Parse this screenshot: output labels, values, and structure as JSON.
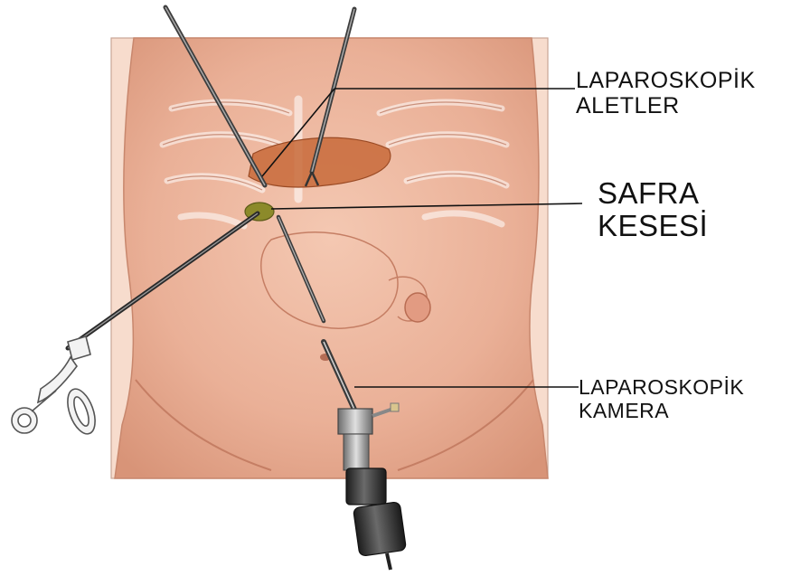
{
  "labels": {
    "instruments": {
      "line1": "LAPAROSKOPİK",
      "line2": "ALETLER"
    },
    "gallbladder": {
      "line1": "SAFRA",
      "line2": "KESESİ"
    },
    "camera": {
      "line1": "LAPAROSKOPİK",
      "line2": "KAMERA"
    }
  },
  "colors": {
    "background": "#ffffff",
    "skin": "#f0b9a0",
    "skin_shadow": "#d98e72",
    "gallbladder": "#8c8a2a",
    "liver": "#c86a3a",
    "instrument": "#4a4a4a",
    "leader_line": "#111111"
  }
}
